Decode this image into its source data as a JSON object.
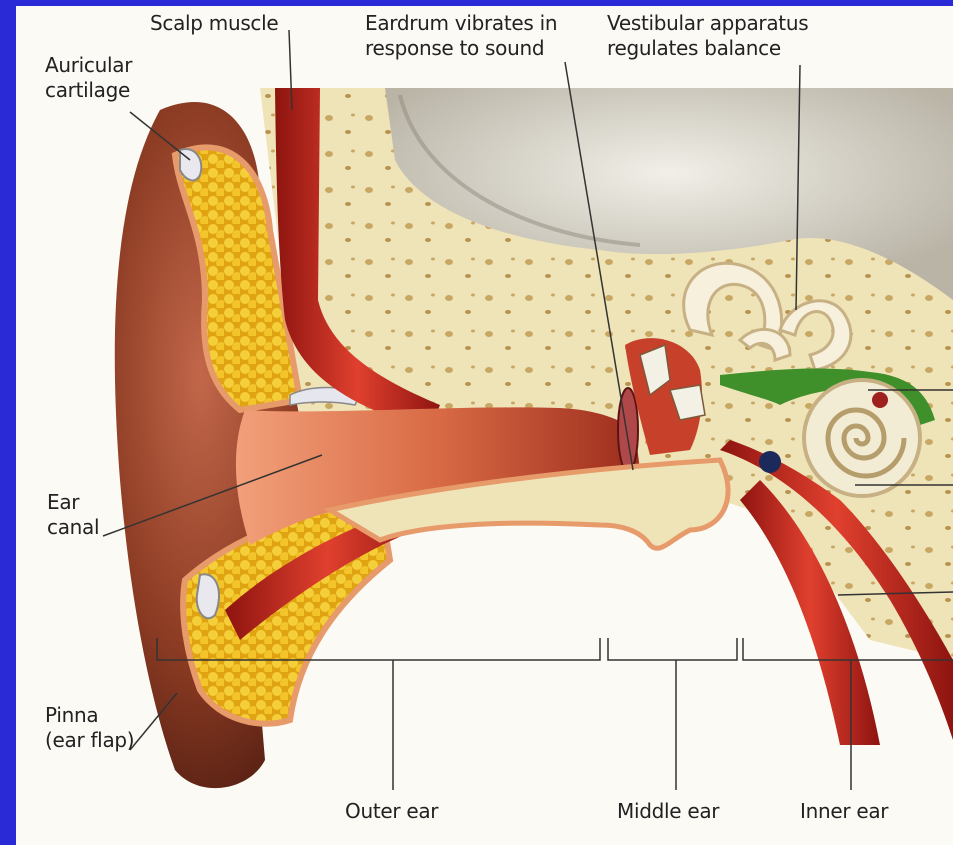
{
  "labels": {
    "scalp_muscle": "Scalp muscle",
    "eardrum": [
      "Eardrum vibrates in",
      "response to sound"
    ],
    "vestibular": [
      "Vestibular apparatus",
      "regulates balance"
    ],
    "auricular": [
      "Auricular",
      "cartilage"
    ],
    "ear_canal": [
      "Ear",
      "canal"
    ],
    "pinna": [
      "Pinna",
      "(ear flap)"
    ],
    "outer_ear": "Outer ear",
    "middle_ear": "Middle ear",
    "inner_ear": "Inner ear"
  },
  "colors": {
    "frame": "#2a2ad6",
    "paper": "#fbfaf5",
    "skin": "#8a3a22",
    "canal": "#d0603c",
    "fat": "#e8b617",
    "muscle": "#c8241c",
    "bone": "#efe3b8",
    "brain": "#d7d3c7",
    "nerve": "#3f8f2a"
  }
}
